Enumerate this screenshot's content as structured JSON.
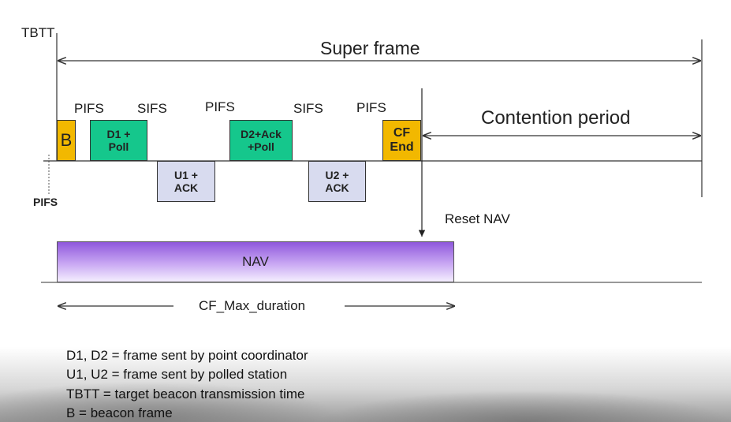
{
  "labels": {
    "tbtt": "TBTT",
    "super_frame": "Super frame",
    "contention_period": "Contention period",
    "reset_nav": "Reset NAV",
    "pifs_bottom": "PIFS",
    "cf_max_duration": "CF_Max_duration"
  },
  "intervals": [
    "PIFS",
    "SIFS",
    "PIFS",
    "SIFS",
    "PIFS"
  ],
  "frames": {
    "beacon": "B",
    "d1": "D1 +\nPoll",
    "d2": "D2+Ack\n+Poll",
    "u1": "U1 +\nACK",
    "u2": "U2 +\nACK",
    "cf_end": "CF\nEnd"
  },
  "nav": "NAV",
  "legend": [
    "D1, D2 = frame sent by point coordinator",
    "U1, U2 = frame sent by polled station",
    "TBTT =  target beacon transmission time",
    "B =  beacon frame"
  ],
  "colors": {
    "beacon": "#f2b800",
    "downlink": "#15c78c",
    "uplink": "#d8dbef",
    "nav": "#a57be6"
  }
}
